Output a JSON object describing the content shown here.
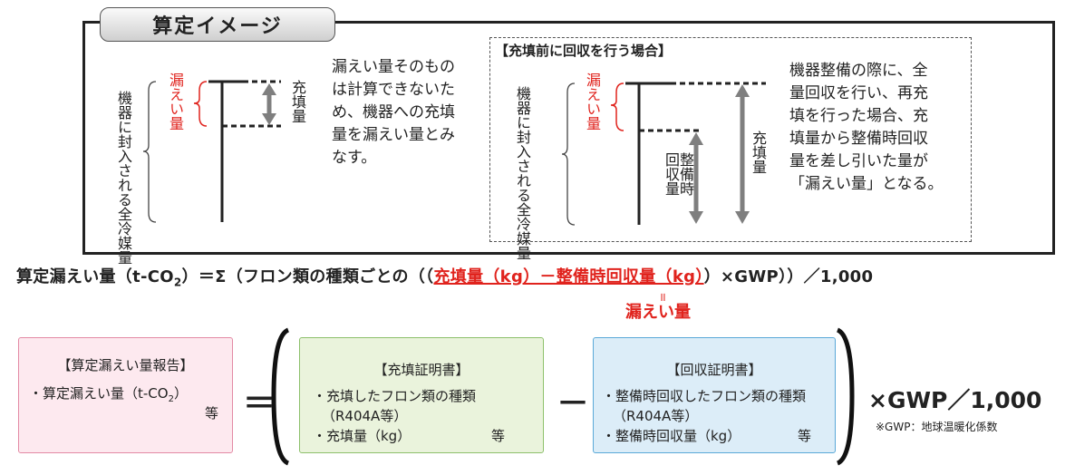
{
  "title": "算定イメージ",
  "left_panel": {
    "total_label": "機器に封入される全冷媒量",
    "leak_label": "漏えい量",
    "fill_label": "充填量",
    "description": [
      "漏えい量そのもの",
      "は計算できないた",
      "め、機器への充填",
      "量を漏えい量とみ",
      "なす。"
    ]
  },
  "right_panel": {
    "heading": "【充填前に回収を行う場合】",
    "total_label": "機器に封入される全冷媒量",
    "leak_label": "漏えい量",
    "recovery_label": "整備時回収量",
    "fill_label": "充填量",
    "description": [
      "機器整備の際に、全",
      "量回収を行い、再充",
      "填を行った場合、充",
      "填量から整備時回収",
      "量を差し引いた量が",
      "「漏えい量」となる。"
    ]
  },
  "formula": {
    "prefix": "算定漏えい量（t-CO",
    "sub": "2",
    "middle": "）＝Σ（フロン類の種類ごとの（（",
    "highlight": "充填量（kg）－整備時回収量（kg）",
    "suffix": "）×GWP））／1,000",
    "equals_mark": "॥",
    "note": "漏えい量"
  },
  "report_box": {
    "title": "【算定漏えい量報告】",
    "line1_prefix": "・算定漏えい量（t-CO",
    "line1_sub": "2",
    "line1_suffix": "）",
    "etc": "等"
  },
  "fill_cert": {
    "title": "【充填証明書】",
    "line1": "・充填したフロン類の種類",
    "line2": "（R404A等）",
    "line3": "・充填量（kg）",
    "etc": "等"
  },
  "recovery_cert": {
    "title": "【回収証明書】",
    "line1": "・整備時回収したフロン類の種類",
    "line2": "（R404A等）",
    "line3": "・整備時回収量（kg）",
    "etc": "等"
  },
  "operators": {
    "equals": "＝",
    "minus": "－"
  },
  "gwp_expression": "×GWP／1,000",
  "gwp_note": "※GWP：地球温暖化係数",
  "colors": {
    "red": "#e0231d",
    "gray_arrow": "#7f7f7f",
    "pink_bg": "#fde9ef",
    "pink_border": "#e38aa5",
    "green_bg": "#eaf3dc",
    "green_border": "#8dc06b",
    "blue_bg": "#dcedf8",
    "blue_border": "#5aa9d8"
  }
}
